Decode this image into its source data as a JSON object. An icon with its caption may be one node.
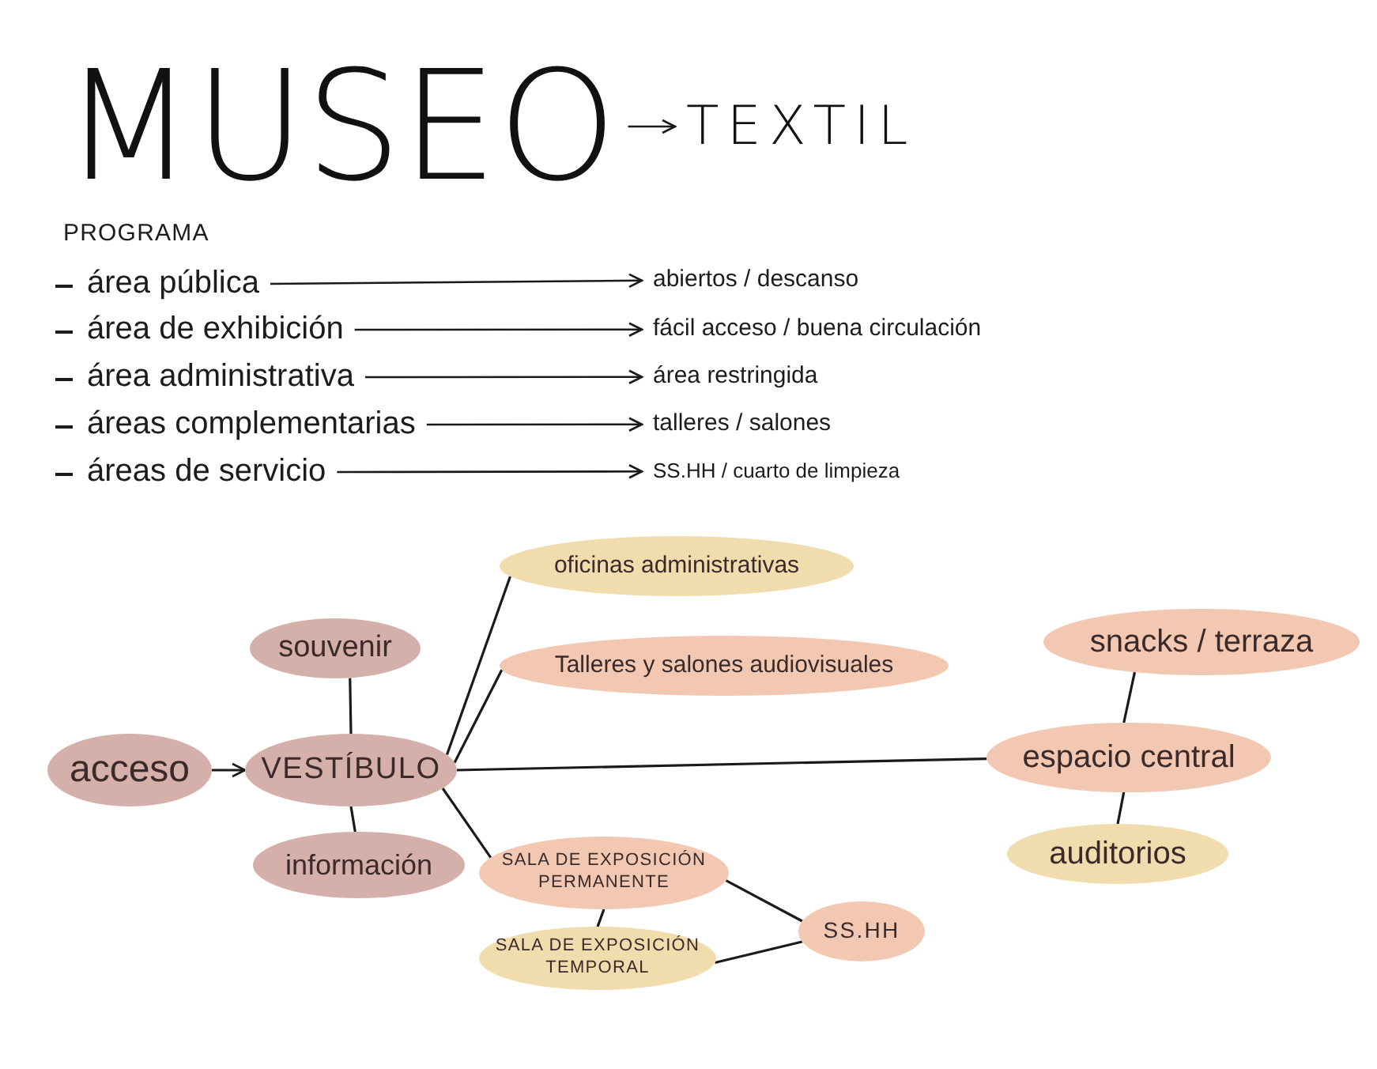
{
  "diagram": {
    "nodes": [
      {
        "text": [
          "MUSEO"
        ]
      },
      {
        "text": [
          "TEXTIL"
        ]
      },
      {
        "text": [
          "área pública"
        ]
      },
      {
        "text": [
          "abiertos / descanso"
        ]
      },
      {
        "text": [
          "área de exhibición"
        ]
      },
      {
        "text": [
          "fácil acceso / buena circulación"
        ]
      },
      {
        "text": [
          "área administrativa"
        ]
      },
      {
        "text": [
          "área restringida"
        ]
      },
      {
        "text": [
          "áreas complementarias"
        ]
      },
      {
        "text": [
          "talleres / salones"
        ]
      },
      {
        "text": [
          "áreas de servicio"
        ]
      },
      {
        "text": [
          "SS.HH / cuarto de limpieza"
        ]
      },
      {
        "text": [
          "acceso"
        ]
      },
      {
        "text": [
          "souvenir"
        ]
      },
      {
        "text": [
          "VESTÍBULO"
        ]
      },
      {
        "text": [
          "información"
        ]
      },
      {
        "text": [
          "oficinas administrativas"
        ]
      },
      {
        "text": [
          "Talleres y salones audiovisuales"
        ]
      },
      {
        "text": [
          "SALA DE EXPOSICIÓN PERMANENTE"
        ]
      },
      {
        "text": [
          "SALA DE EXPOSICIÓN TEMPORAL"
        ]
      },
      {
        "text": [
          "SS.HH"
        ]
      },
      {
        "text": [
          "snacks / terraza"
        ]
      },
      {
        "text": [
          "espacio central"
        ]
      },
      {
        "text": [
          "auditorios"
        ]
      }
    ],
    "edges": [
      {
        "from": 0,
        "to": 1,
        "arrow": "to"
      },
      {
        "from": 2,
        "to": 3,
        "arrow": "to"
      },
      {
        "from": 4,
        "to": 5,
        "arrow": "to"
      },
      {
        "from": 6,
        "to": 7,
        "arrow": "to"
      },
      {
        "from": 8,
        "to": 9,
        "arrow": "to"
      },
      {
        "from": 10,
        "to": 11,
        "arrow": "to"
      },
      {
        "from": 12,
        "to": 14,
        "arrow": "to"
      },
      {
        "from": 13,
        "to": 14,
        "arrow": "none"
      },
      {
        "from": 14,
        "to": 15,
        "arrow": "none"
      },
      {
        "from": 14,
        "to": 16,
        "arrow": "none"
      },
      {
        "from": 14,
        "to": 17,
        "arrow": "none"
      },
      {
        "from": 14,
        "to": 22,
        "arrow": "none"
      },
      {
        "from": 14,
        "to": 18,
        "arrow": "none"
      },
      {
        "from": 18,
        "to": 19,
        "arrow": "none"
      },
      {
        "from": 18,
        "to": 20,
        "arrow": "none"
      },
      {
        "from": 19,
        "to": 20,
        "arrow": "none"
      },
      {
        "from": 21,
        "to": 22,
        "arrow": "none"
      },
      {
        "from": 22,
        "to": 23,
        "arrow": "none"
      }
    ],
    "labels": [
      "PROGRAMA"
    ]
  }
}
